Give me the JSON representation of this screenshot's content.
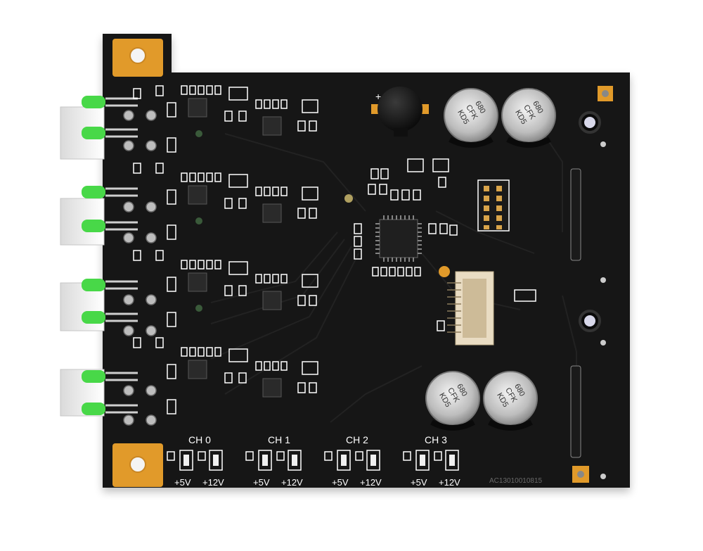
{
  "board": {
    "mask_color": "#141414",
    "silk_color": "#ffffff",
    "gold_color": "#e19a2a",
    "led_color": "#48d848",
    "connector_color": "#eeeeee",
    "part_number": "AC13010010815"
  },
  "channels": [
    {
      "label": "CH 0",
      "rail_left": "+5V",
      "rail_right": "+12V"
    },
    {
      "label": "CH 1",
      "rail_left": "+5V",
      "rail_right": "+12V"
    },
    {
      "label": "CH 2",
      "rail_left": "+5V",
      "rail_right": "+12V"
    },
    {
      "label": "CH 3",
      "rail_left": "+5V",
      "rail_right": "+12V"
    }
  ],
  "capacitors": [
    {
      "text_lines": [
        "680",
        "CFK",
        "KD5"
      ]
    },
    {
      "text_lines": [
        "680",
        "CFK",
        "KD5"
      ]
    },
    {
      "text_lines": [
        "680",
        "CFK",
        "KD5"
      ]
    },
    {
      "text_lines": [
        "680",
        "CFK",
        "KD5"
      ]
    }
  ],
  "buzzer": {
    "polarity": "+"
  },
  "icons": {
    "mount_hole": "mounting-hole-icon",
    "led": "led-icon",
    "cap": "electrolytic-capacitor-icon"
  }
}
